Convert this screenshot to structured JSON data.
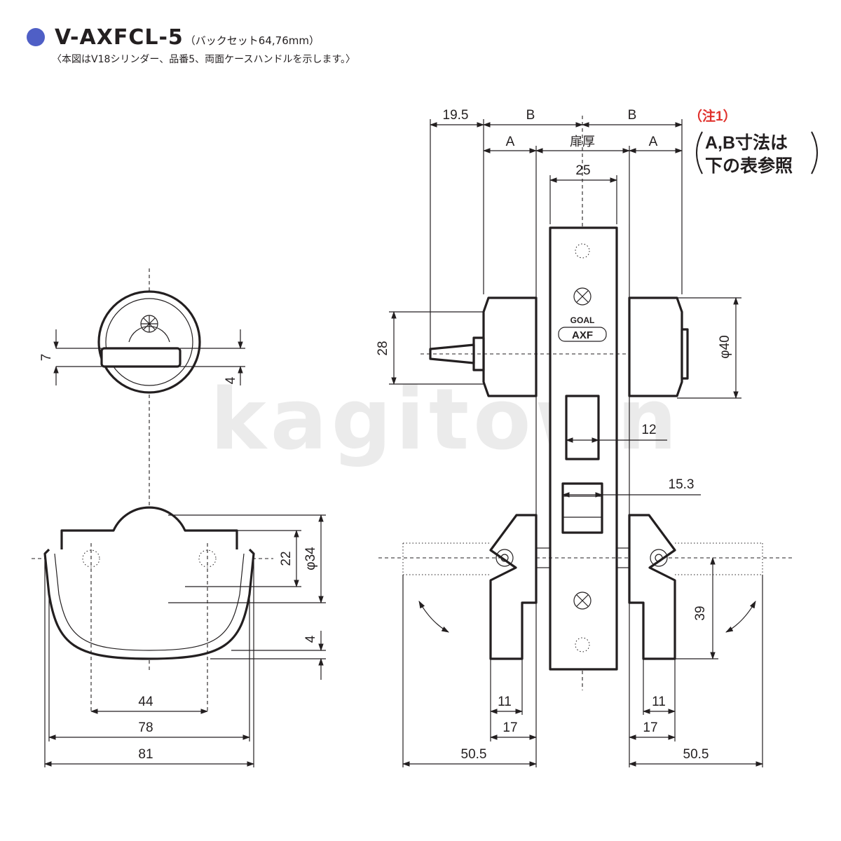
{
  "header": {
    "bullet_color": "#4f5fc6",
    "model": "V-AXFCL-5",
    "backset": "（バックセット64,76mm）",
    "subtitle": "〈本図はV18シリンダー、品番5、両面ケースハンドルを示します。〉"
  },
  "note": {
    "title": "（注1）",
    "line1": "A,B寸法は",
    "line2": "下の表参照",
    "color": "#e0312c"
  },
  "left_view": {
    "dim_7": "7",
    "dim_4_top": "4",
    "dim_22": "22",
    "dim_phi34": "φ34",
    "dim_4_bottom": "4",
    "dim_44": "44",
    "dim_78": "78",
    "dim_81": "81"
  },
  "right_view": {
    "dim_19_5": "19.5",
    "dim_B_left": "B",
    "dim_B_right": "B",
    "dim_A_left": "A",
    "dim_door": "扉厚",
    "dim_A_right": "A",
    "dim_25": "25",
    "dim_28": "28",
    "dim_phi40": "φ40",
    "dim_12": "12",
    "dim_15_3": "15.3",
    "dim_39": "39",
    "dim_11_left": "11",
    "dim_11_right": "11",
    "dim_17_left": "17",
    "dim_17_right": "17",
    "dim_50_5_left": "50.5",
    "dim_50_5_right": "50.5",
    "brand": "GOAL",
    "product": "AXF"
  },
  "watermark": "kagitown"
}
